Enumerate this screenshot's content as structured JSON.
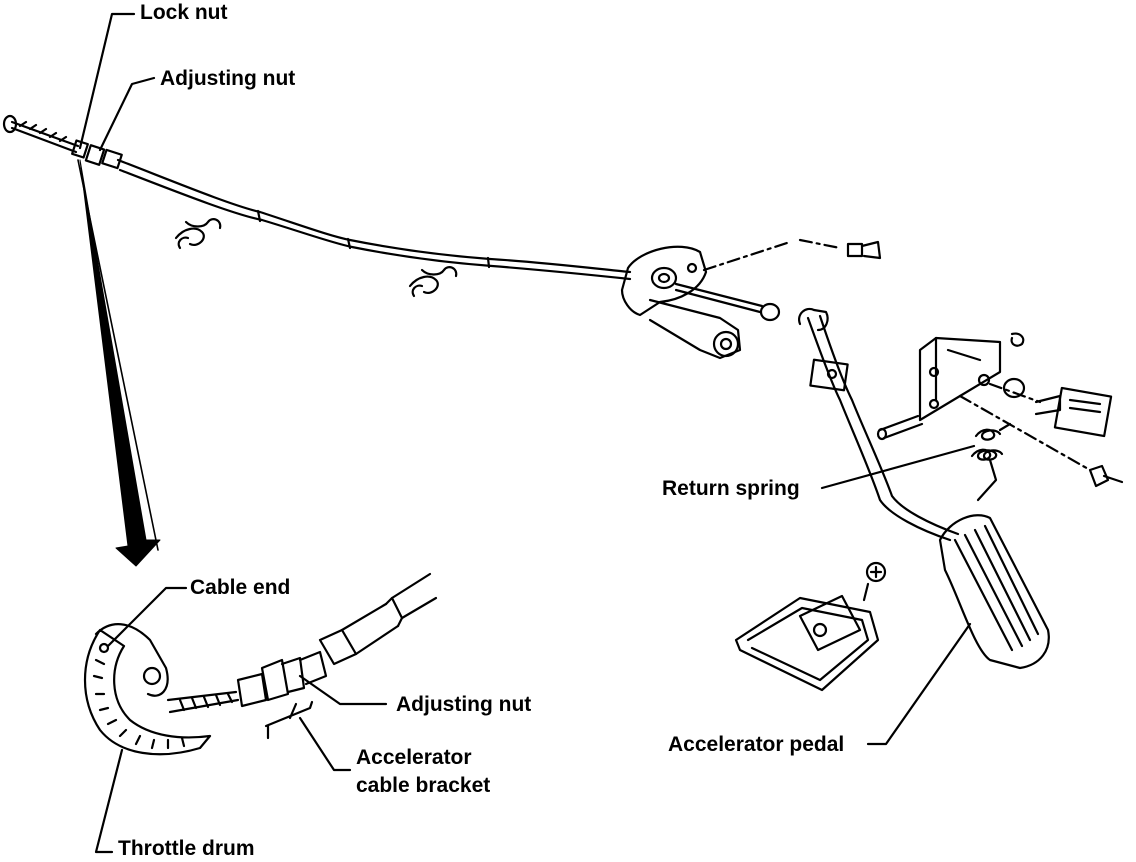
{
  "labels": {
    "lock_nut": "Lock nut",
    "adjusting_nut_top": "Adjusting nut",
    "cable_end": "Cable end",
    "adjusting_nut_detail": "Adjusting nut",
    "accelerator_cable_bracket_line1": "Accelerator",
    "accelerator_cable_bracket_line2": "cable bracket",
    "throttle_drum": "Throttle drum",
    "return_spring": "Return spring",
    "accelerator_pedal": "Accelerator pedal"
  },
  "colors": {
    "ink": "#000000",
    "paper": "#ffffff"
  }
}
